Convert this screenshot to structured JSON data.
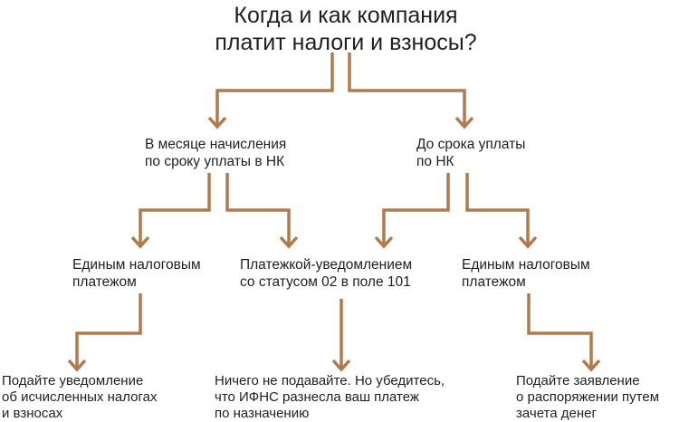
{
  "title": {
    "line1": "Когда и как компания",
    "line2": "платит налоги и взносы?"
  },
  "nodes": {
    "month_of_accrual": {
      "line1": "В месяце начисления",
      "line2": "по сроку уплаты в НК"
    },
    "before_deadline": {
      "line1": "До срока уплаты",
      "line2": "по НК"
    },
    "single_payment_left": {
      "line1": "Единым налоговым",
      "line2": "платежом"
    },
    "payment_notice": {
      "line1": "Платежкой-уведомлением",
      "line2": "со статусом 02 в поле 101"
    },
    "single_payment_right": {
      "line1": "Единым налоговым",
      "line2": "платежом"
    },
    "submit_notice": {
      "line1": "Подайте уведомление",
      "line2": "об исчисленных налогах",
      "line3": "и взносах"
    },
    "submit_nothing": {
      "line1": "Ничего не подавайте. Но убедитесь,",
      "line2": "что ИФНС разнесла ваш платеж",
      "line3": "по назначению"
    },
    "submit_application": {
      "line1": "Подайте заявление",
      "line2": "о распоряжении путем",
      "line3": "зачета денег"
    }
  },
  "colors": {
    "connector": "#b07a4f",
    "text": "#1f1f1f"
  }
}
